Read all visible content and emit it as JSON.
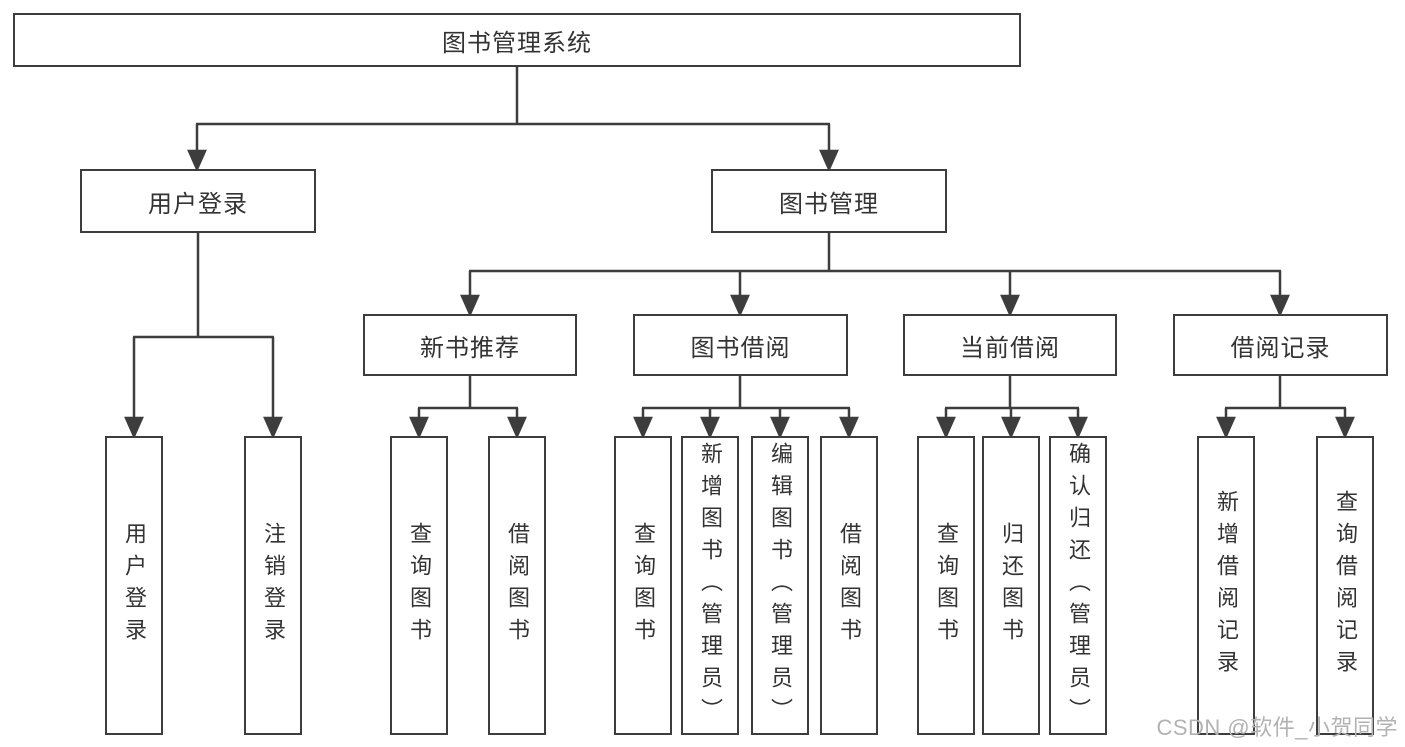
{
  "diagram": {
    "type": "tree",
    "root": {
      "label": "图书管理系统"
    },
    "branches": [
      {
        "label": "用户登录",
        "children": [
          {
            "label": "用户登录"
          },
          {
            "label": "注销登录"
          }
        ]
      },
      {
        "label": "图书管理",
        "children": [
          {
            "label": "新书推荐",
            "children": [
              {
                "label": "查询图书"
              },
              {
                "label": "借阅图书"
              }
            ]
          },
          {
            "label": "图书借阅",
            "children": [
              {
                "label": "查询图书"
              },
              {
                "label": "新增图书（管理员）"
              },
              {
                "label": "编辑图书（管理员）"
              },
              {
                "label": "借阅图书"
              }
            ]
          },
          {
            "label": "当前借阅",
            "children": [
              {
                "label": "查询图书"
              },
              {
                "label": "归还图书"
              },
              {
                "label": "确认归还（管理员）"
              }
            ]
          },
          {
            "label": "借阅记录",
            "children": [
              {
                "label": "新增借阅记录"
              },
              {
                "label": "查询借阅记录"
              }
            ]
          }
        ]
      }
    ]
  },
  "watermark": {
    "text": "CSDN @软件_小贺同学"
  },
  "colors": {
    "line": "#3d3d3d",
    "text": "#333333",
    "watermark_text": "#b2b2b2",
    "background": "#ffffff"
  }
}
